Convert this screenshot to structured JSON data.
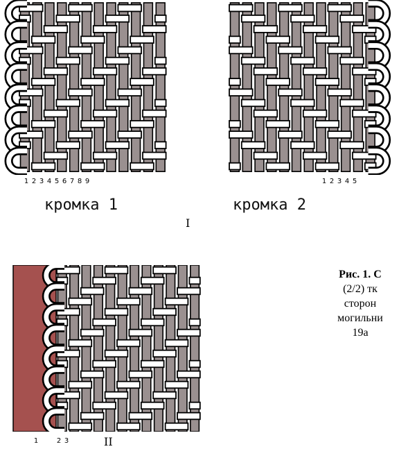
{
  "figure_I": {
    "numbers": [
      "1",
      "2",
      "3",
      "4",
      "5",
      "6",
      "7",
      "8",
      "9"
    ],
    "label": "кромка 1",
    "roman": "I"
  },
  "figure_II_top": {
    "numbers": [
      "1",
      "2",
      "3",
      "4",
      "5"
    ],
    "label": "кромка 2"
  },
  "figure_II": {
    "numbers": [
      "1",
      "2",
      "3"
    ],
    "roman": "II"
  },
  "caption": {
    "title": "Рис. 1. С",
    "lines": [
      "(2/2) тк",
      "сторон",
      "могильни",
      "19а"
    ]
  },
  "colors": {
    "warp": "#9a9090",
    "weft": "#ffffff",
    "outline": "#000000",
    "selvedge_fill": "#a5514f"
  }
}
